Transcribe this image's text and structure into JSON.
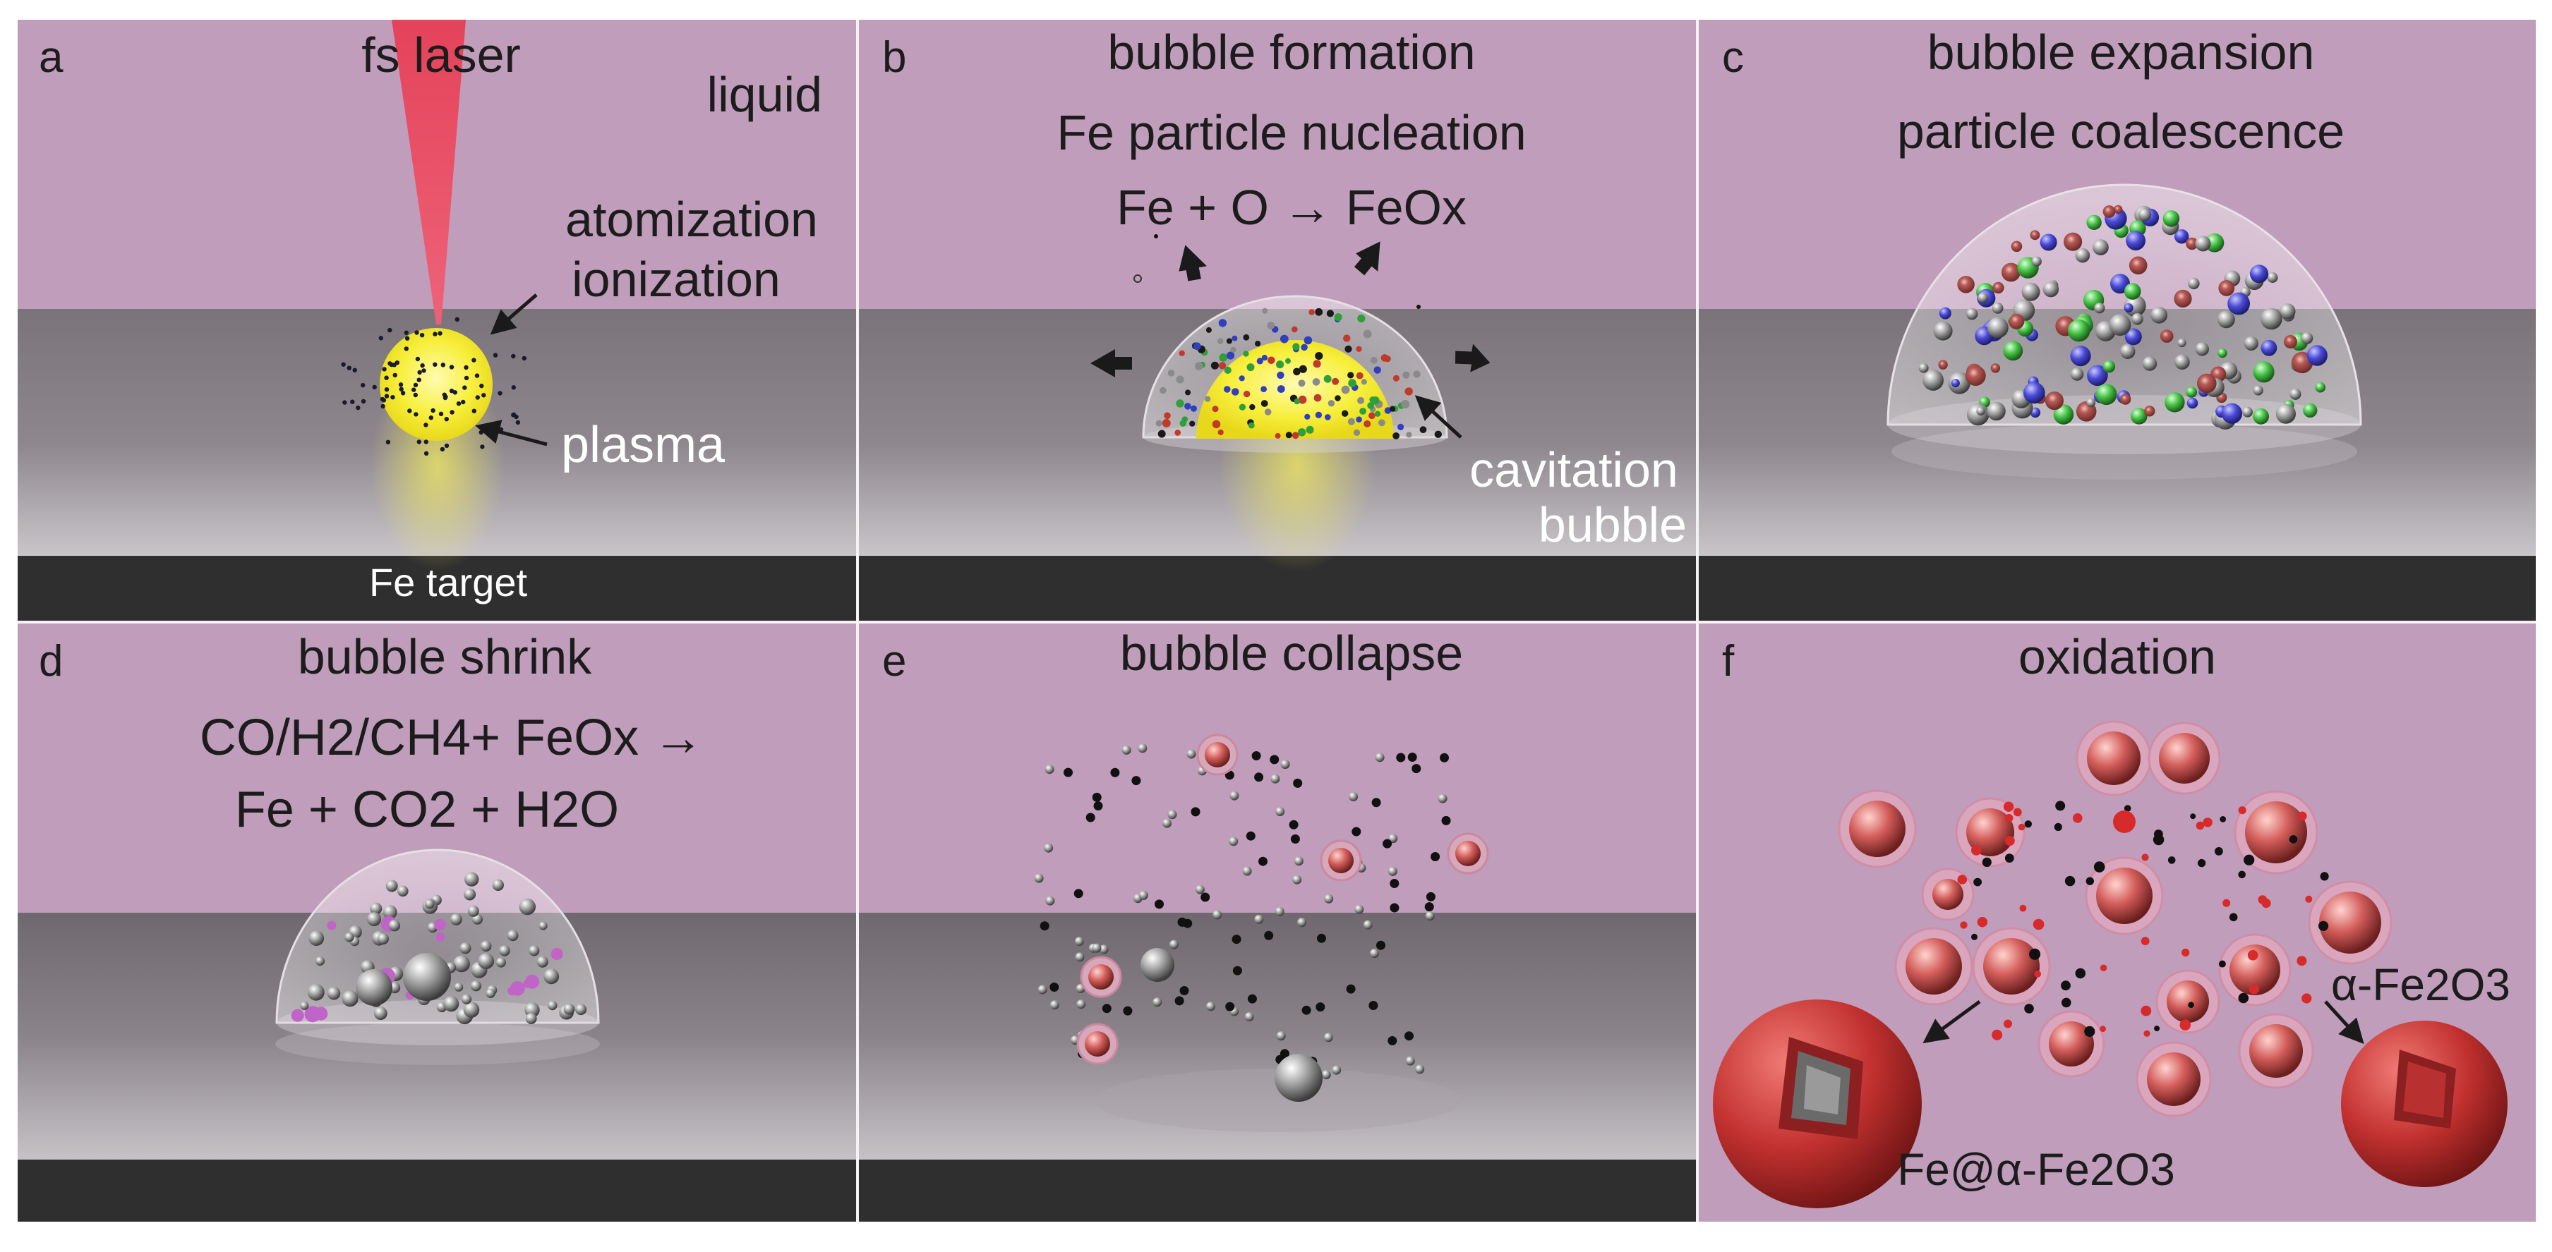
{
  "panels": [
    {
      "letter": "a",
      "title": "fs laser"
    },
    {
      "letter": "b",
      "title": "bubble formation"
    },
    {
      "letter": "c",
      "title": "bubble expansion",
      "title2": "particle coalescence"
    },
    {
      "letter": "d",
      "title": "bubble shrink"
    },
    {
      "letter": "e",
      "title": "bubble collapse"
    },
    {
      "letter": "f",
      "title": "oxidation"
    }
  ],
  "labels": {
    "liquid": "liquid",
    "atomization": "atomization",
    "ionization": "ionization",
    "plasma": "plasma",
    "fe_target": "Fe target",
    "nucleation": "Fe particle nucleation",
    "reaction_b": "Fe + O → FeOx",
    "cavitation": "cavitation",
    "bubble": "bubble",
    "reaction_d1": "CO/H2/CH4+ FeOx →",
    "reaction_d2": "Fe + CO2 + H2O",
    "alpha_fe2o3": "α-Fe2O3",
    "fe_core_shell": "Fe@α-Fe2O3"
  },
  "colors": {
    "liquid": "#c09dba",
    "surface_top": "#7e767d",
    "surface_bottom": "#c7c3c7",
    "target": "#2f2f2f",
    "plasma": "#f5ef3a",
    "laser": "#e8465a",
    "oxide": "#c0504d",
    "divider": "#f1f1f1"
  }
}
